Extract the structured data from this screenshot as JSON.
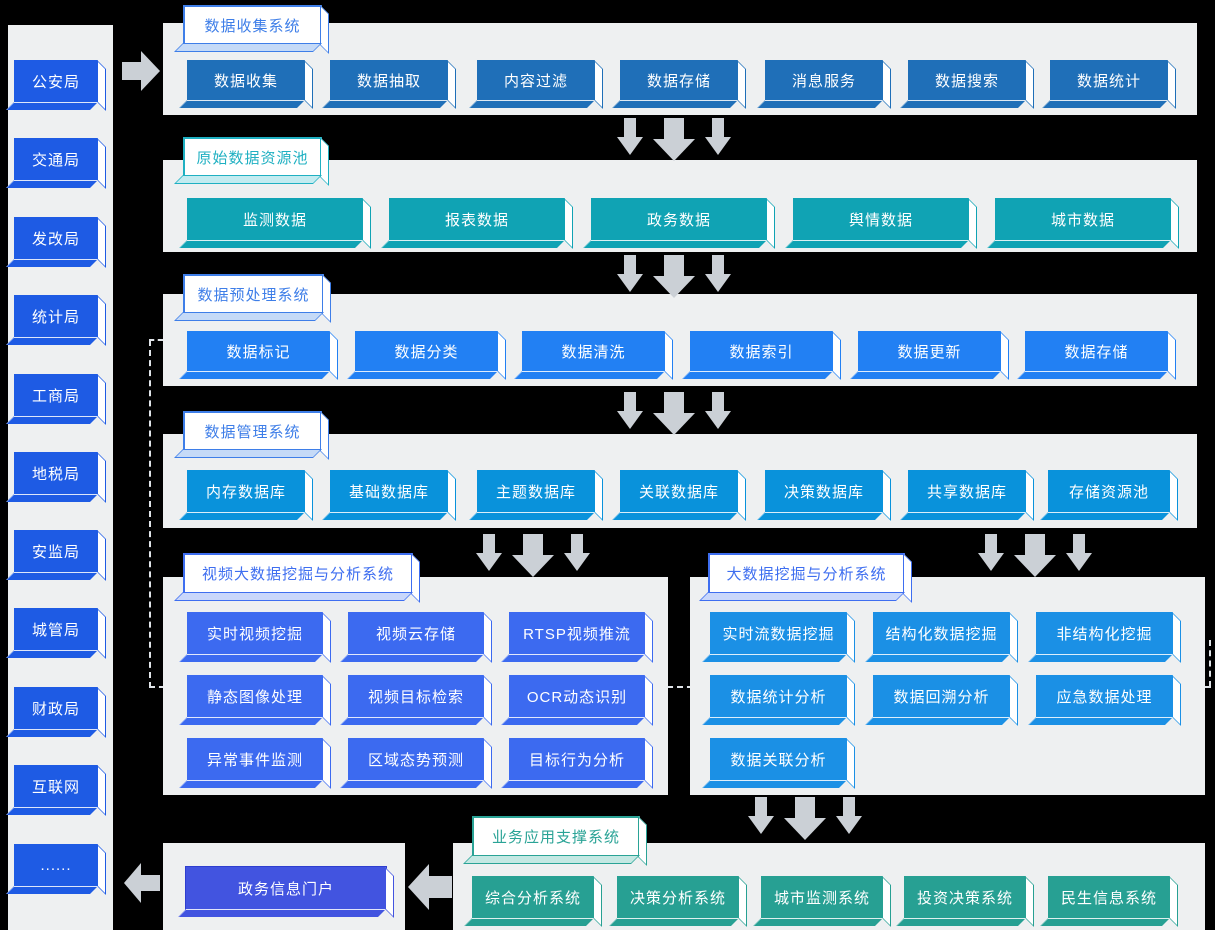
{
  "colors": {
    "background": "#000000",
    "panel_bg": "#eef0f1",
    "arrow_gray": "#cbd0d6",
    "source_blue": "#1e5be4",
    "collect_blue": "#1f6fb8",
    "raw_teal": "#10a3b4",
    "preprocess_blue": "#2280f3",
    "manage_azure": "#0992db",
    "video_royal": "#3c6af0",
    "mining_dodger": "#1b90e5",
    "apps_green": "#27a093",
    "portal_indigo": "#4254e0"
  },
  "sources": {
    "items": [
      "公安局",
      "交通局",
      "发改局",
      "统计局",
      "工商局",
      "地税局",
      "安监局",
      "城管局",
      "财政局",
      "互联网",
      "......"
    ]
  },
  "collect": {
    "title": "数据收集系统",
    "items": [
      "数据收集",
      "数据抽取",
      "内容过滤",
      "数据存储",
      "消息服务",
      "数据搜索",
      "数据统计"
    ]
  },
  "raw": {
    "title": "原始数据资源池",
    "items": [
      "监测数据",
      "报表数据",
      "政务数据",
      "舆情数据",
      "城市数据"
    ]
  },
  "preprocess": {
    "title": "数据预处理系统",
    "items": [
      "数据标记",
      "数据分类",
      "数据清洗",
      "数据索引",
      "数据更新",
      "数据存储"
    ]
  },
  "manage": {
    "title": "数据管理系统",
    "items": [
      "内存数据库",
      "基础数据库",
      "主题数据库",
      "关联数据库",
      "决策数据库",
      "共享数据库",
      "存储资源池"
    ]
  },
  "video": {
    "title": "视频大数据挖掘与分析系统",
    "items": [
      "实时视频挖掘",
      "视频云存储",
      "RTSP视频推流",
      "静态图像处理",
      "视频目标检索",
      "OCR动态识别",
      "异常事件监测",
      "区域态势预测",
      "目标行为分析"
    ]
  },
  "mining": {
    "title": "大数据挖掘与分析系统",
    "items": [
      "实时流数据挖掘",
      "结构化数据挖掘",
      "非结构化挖掘",
      "数据统计分析",
      "数据回溯分析",
      "应急数据处理",
      "数据关联分析"
    ]
  },
  "apps": {
    "title": "业务应用支撑系统",
    "items": [
      "综合分析系统",
      "决策分析系统",
      "城市监测系统",
      "投资决策系统",
      "民生信息系统"
    ]
  },
  "portal": {
    "label": "政务信息门户"
  }
}
